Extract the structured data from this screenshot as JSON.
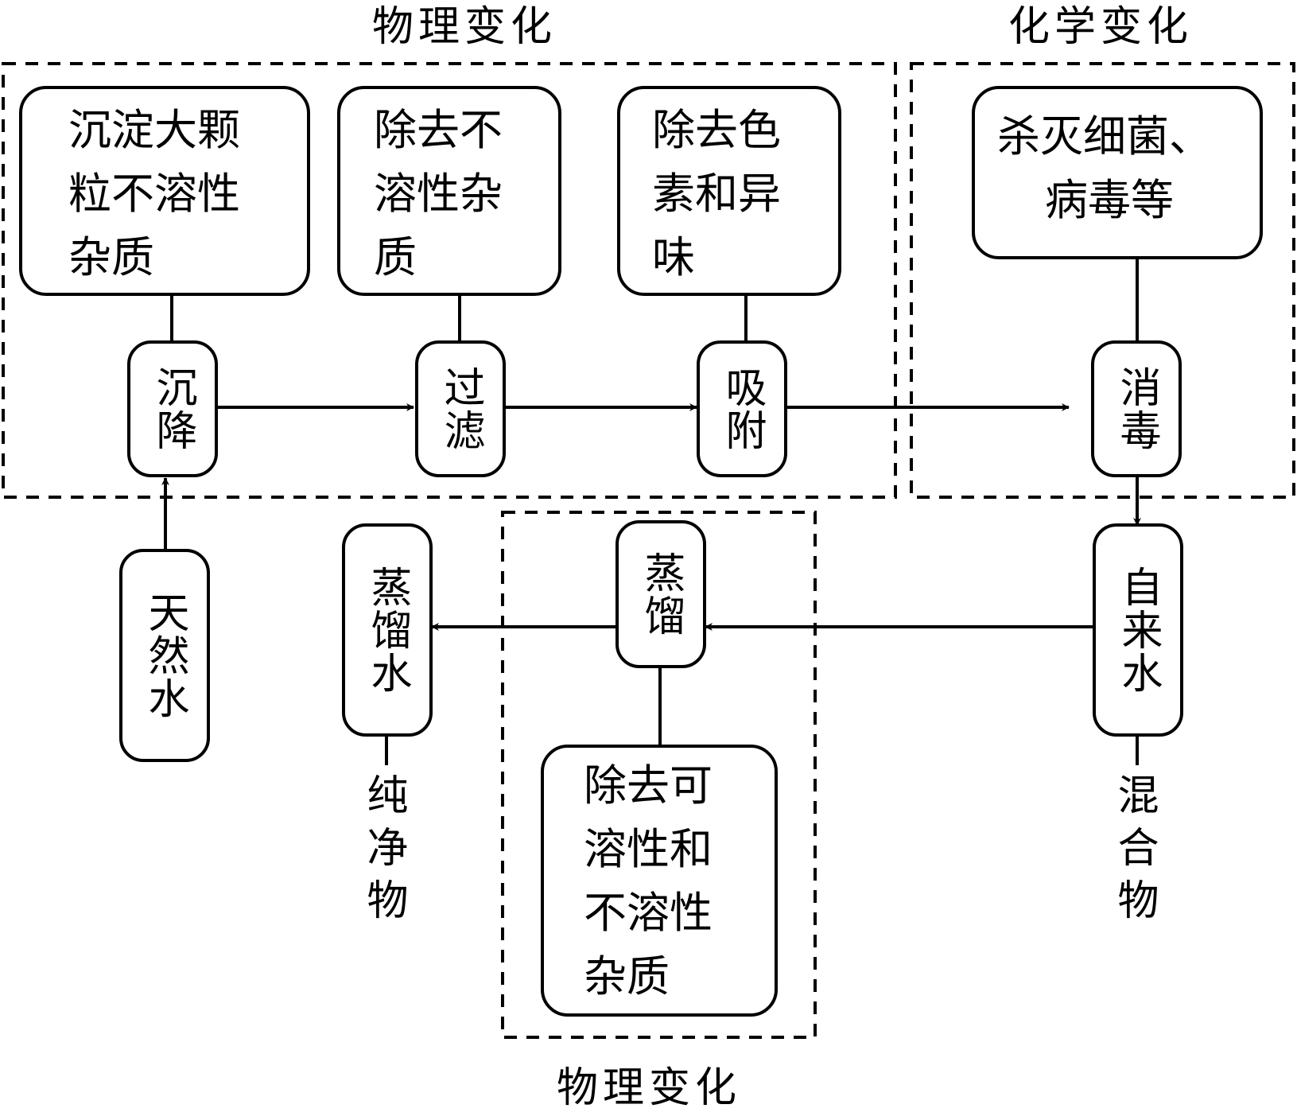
{
  "regions": {
    "physical_top": "物理变化",
    "chemical_top": "化学变化",
    "physical_bottom": "物理变化"
  },
  "steps": {
    "sedimentation": "沉降",
    "filtration": "过滤",
    "adsorption": "吸附",
    "disinfection": "消毒",
    "distillation": "蒸馏"
  },
  "notes": {
    "sedimentation_lines": [
      "沉淀大颗",
      "粒不溶性",
      "杂质"
    ],
    "filtration_lines": [
      "除去不",
      "溶性杂",
      "质"
    ],
    "adsorption_lines": [
      "除去色",
      "素和异",
      "味"
    ],
    "disinfection_lines": [
      "杀灭细菌、",
      "病毒等"
    ],
    "distillation_lines": [
      "除去可",
      "溶性和",
      "不溶性",
      "杂质"
    ]
  },
  "waters": {
    "natural": "天然水",
    "tap": "自来水",
    "distilled": "蒸馏水"
  },
  "classes": {
    "pure": "纯净物",
    "mixture": "混合物"
  }
}
